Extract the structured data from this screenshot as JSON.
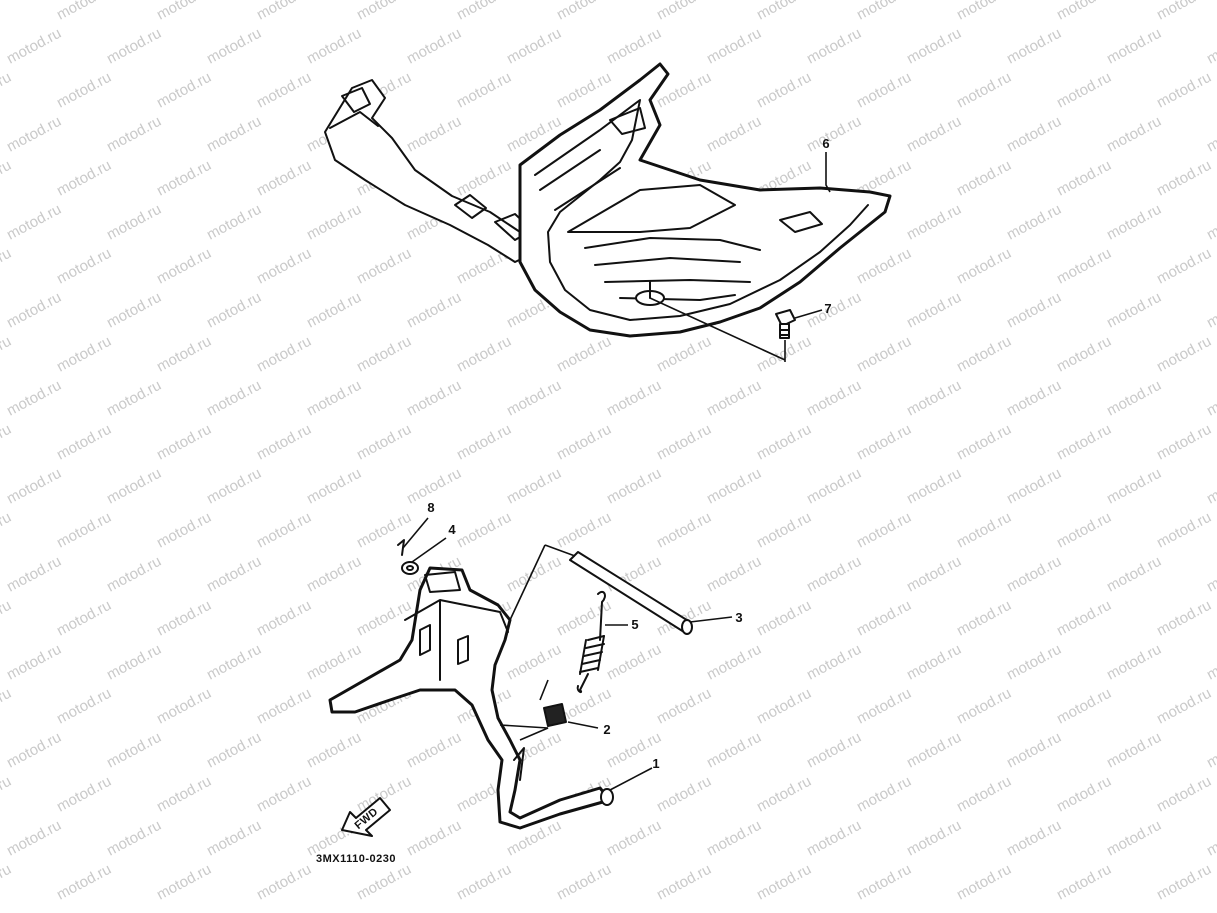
{
  "watermark": {
    "text": "motod.ru",
    "color": "#c9c9c9"
  },
  "callouts": [
    {
      "id": "6",
      "label": "6"
    },
    {
      "id": "7",
      "label": "7"
    },
    {
      "id": "8",
      "label": "8"
    },
    {
      "id": "4",
      "label": "4"
    },
    {
      "id": "5",
      "label": "5"
    },
    {
      "id": "3",
      "label": "3"
    },
    {
      "id": "2",
      "label": "2"
    },
    {
      "id": "1",
      "label": "1"
    }
  ],
  "fwd_label": "FWD",
  "diagram_code": "3MX1110-0230",
  "ink_color": "#111111"
}
